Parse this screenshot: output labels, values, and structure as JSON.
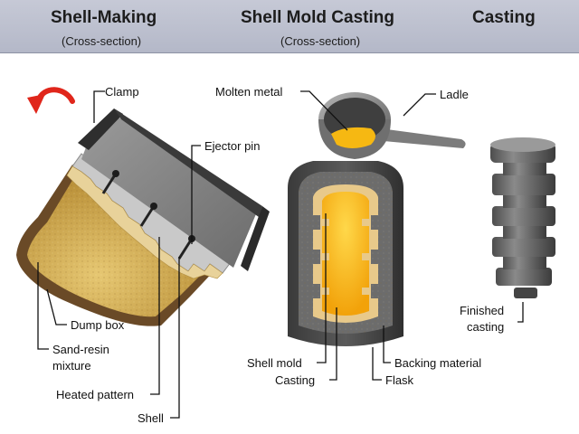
{
  "header": {
    "shell_making": {
      "title": "Shell-Making",
      "subtitle": "(Cross-section)"
    },
    "shell_mold_casting": {
      "title": "Shell Mold Casting",
      "subtitle": "(Cross-section)"
    },
    "casting": {
      "title": "Casting"
    }
  },
  "labels": {
    "clamp": "Clamp",
    "ejector_pin": "Ejector pin",
    "dump_box": "Dump box",
    "sand_resin_line1": "Sand-resin",
    "sand_resin_line2": "mixture",
    "heated_pattern": "Heated pattern",
    "shell": "Shell",
    "molten_metal": "Molten metal",
    "ladle": "Ladle",
    "shell_mold": "Shell mold",
    "casting": "Casting",
    "backing_material": "Backing material",
    "flask": "Flask",
    "finished_line1": "Finished",
    "finished_line2": "casting"
  },
  "colors": {
    "header_bg": "#bcc0cf",
    "sand": "#cfa94f",
    "box_brown": "#6a4a27",
    "pattern_gray": "#7f7f7f",
    "clamp_dark": "#2e2e2e",
    "metal_yellow": "#f6b812",
    "flask_dark": "#4a4a4a",
    "rotate_arrow": "#e0261b"
  },
  "icons": {
    "rotate": "rotate-arrow-icon"
  }
}
